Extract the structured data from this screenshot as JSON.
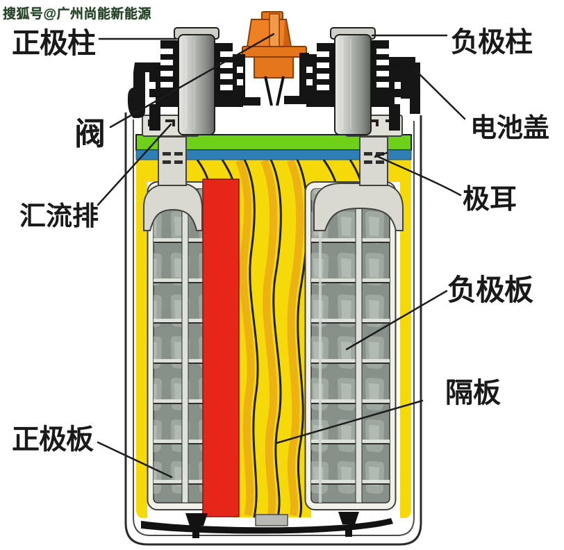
{
  "watermark": {
    "text": "搜狐号@广州尚能新能源"
  },
  "diagram": {
    "type": "lead-acid-battery-cutaway",
    "callouts": {
      "positive_post": {
        "text": "正极柱"
      },
      "negative_post": {
        "text": "负极柱"
      },
      "valve": {
        "text": "阀"
      },
      "battery_cover": {
        "text": "电池盖"
      },
      "busbar": {
        "text": "汇流排"
      },
      "lug": {
        "text": "极耳"
      },
      "negative_plate": {
        "text": "负极板"
      },
      "separator": {
        "text": "隔板"
      },
      "positive_plate": {
        "text": "正极板"
      }
    },
    "colors": {
      "cover_black": "#161616",
      "terminal_gray": "#b9beb6",
      "valve_orange": "#e5761b",
      "seal_green": "#6fd115",
      "seal_blue": "#2f7fb5",
      "separator_yellow": "#f6d908",
      "separator_shade_orange": "#eaa816",
      "positive_plate_red": "#e62619",
      "plate_gray": "#87918a",
      "strap_gray": "#d9d9d2",
      "label_color": "#191919"
    }
  }
}
